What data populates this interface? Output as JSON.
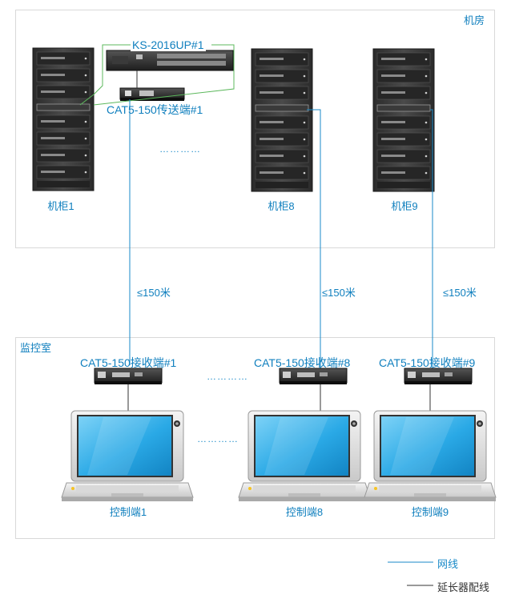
{
  "server_room": {
    "title": "机房"
  },
  "control_room": {
    "title": "监控室"
  },
  "kvm_switch": {
    "label": "KS-2016UP#1"
  },
  "transmitter": {
    "label": "CAT5-150传送端#1"
  },
  "cabinets": [
    {
      "label": "机柜1"
    },
    {
      "label": "机柜8"
    },
    {
      "label": "机柜9"
    }
  ],
  "distances": [
    {
      "label": "≤150米"
    },
    {
      "label": "≤150米"
    },
    {
      "label": "≤150米"
    }
  ],
  "receivers": [
    {
      "label": "CAT5-150接收端#1"
    },
    {
      "label": "CAT5-150接收端#8"
    },
    {
      "label": "CAT5-150接收端#9"
    }
  ],
  "consoles": [
    {
      "label": "控制端1"
    },
    {
      "label": "控制端8"
    },
    {
      "label": "控制端9"
    }
  ],
  "ellipsis": "…………",
  "legend": {
    "network_cable": {
      "label": "网线",
      "color": "#1a8ac8"
    },
    "extender_cable": {
      "label": "延长器配线",
      "color": "#333333"
    }
  }
}
